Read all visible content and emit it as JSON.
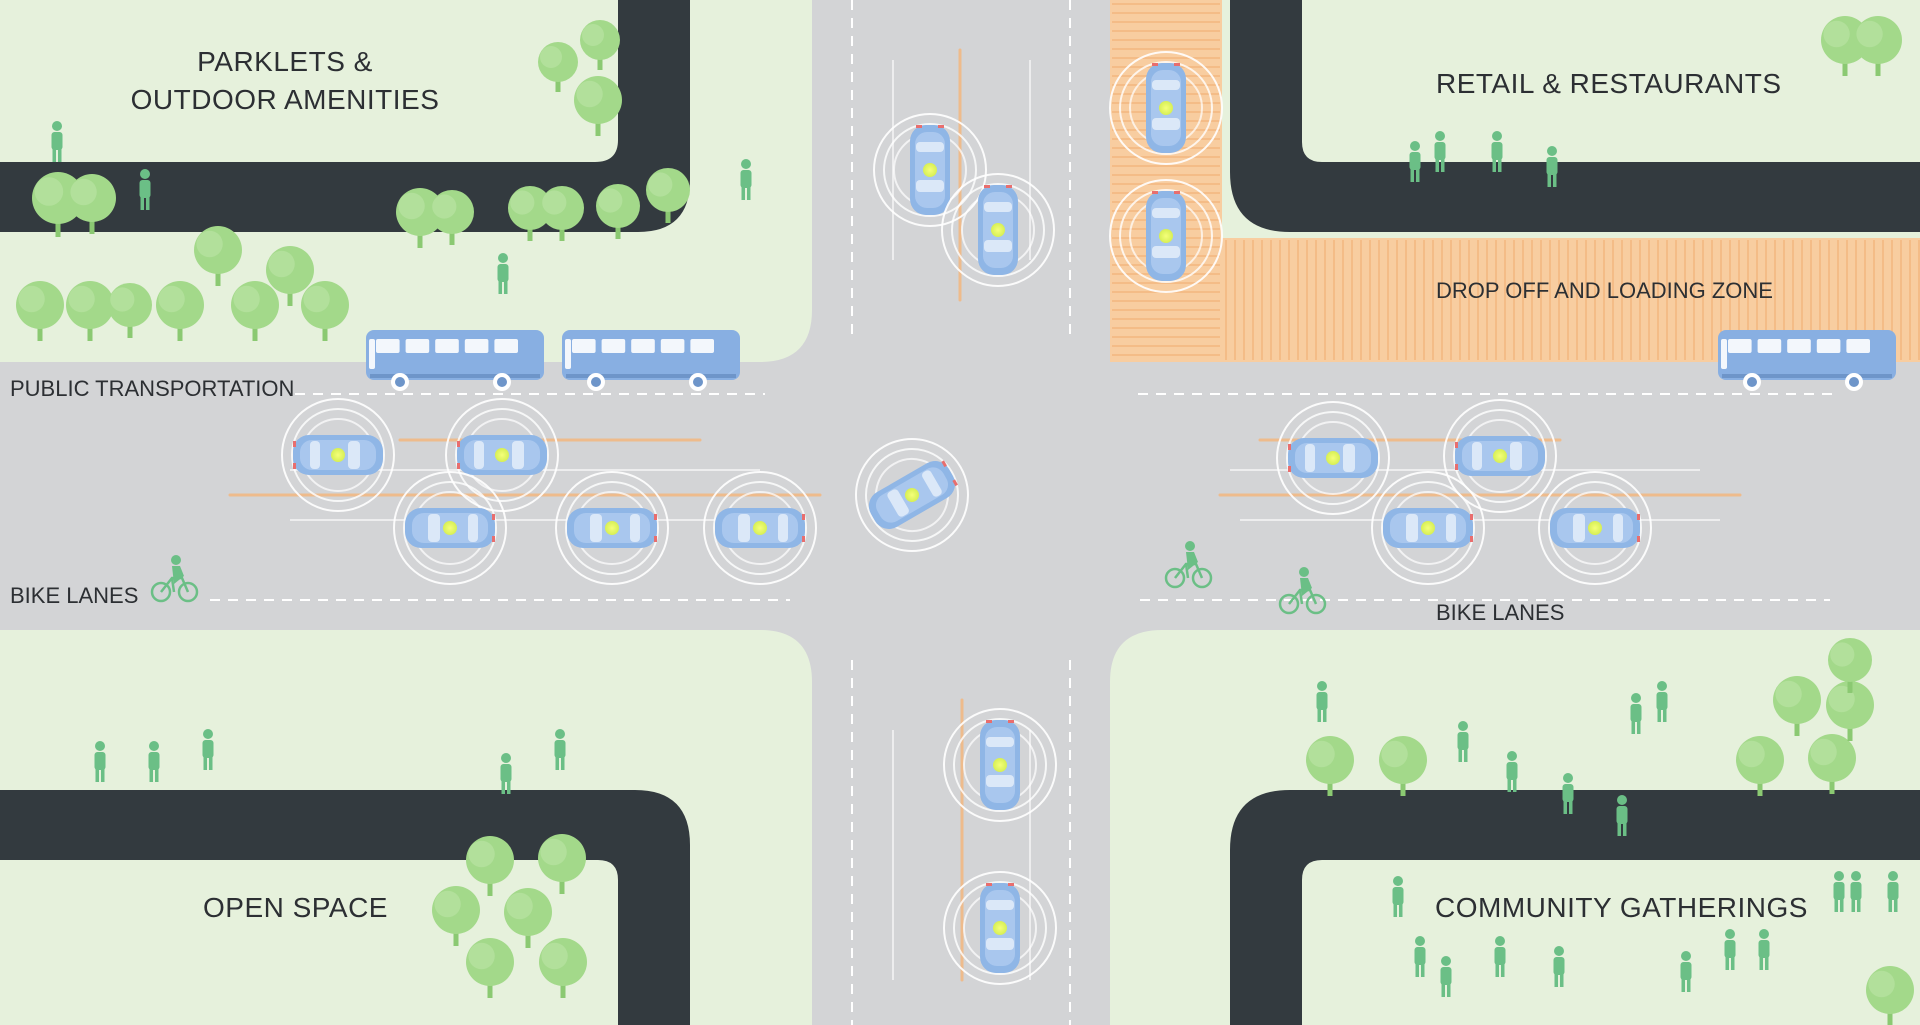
{
  "colors": {
    "park": "#e6f1dc",
    "road": "#d3d4d6",
    "sidewalk_curb": "#333a3f",
    "tree": "#a3d98a",
    "tree_dark": "#8bc972",
    "person": "#6bbf86",
    "bus": "#88afe2",
    "car": "#8fb6e6",
    "loading_zone": "#f8cda0",
    "lane_marking": "#ffffff",
    "sensor_ring": "#ffffff",
    "sensor_trail": "#f5b67a",
    "text": "#2c2f33"
  },
  "labels": {
    "parklets_line1": "PARKLETS  &",
    "parklets_line2": "OUTDOOR AMENITIES",
    "retail": "RETAIL & RESTAURANTS",
    "drop_off": "DROP OFF AND LOADING ZONE",
    "public_transport": "PUBLIC TRANSPORTATION",
    "bike_lanes_left": "BIKE LANES",
    "bike_lanes_right": "BIKE LANES",
    "open_space": "OPEN SPACE",
    "community": "COMMUNITY GATHERINGS"
  },
  "icons": {
    "vehicle": "autonomous-car-icon",
    "transit": "bus-icon",
    "cyclist": "bicycle-icon",
    "pedestrian": "person-icon",
    "vegetation": "tree-icon"
  }
}
